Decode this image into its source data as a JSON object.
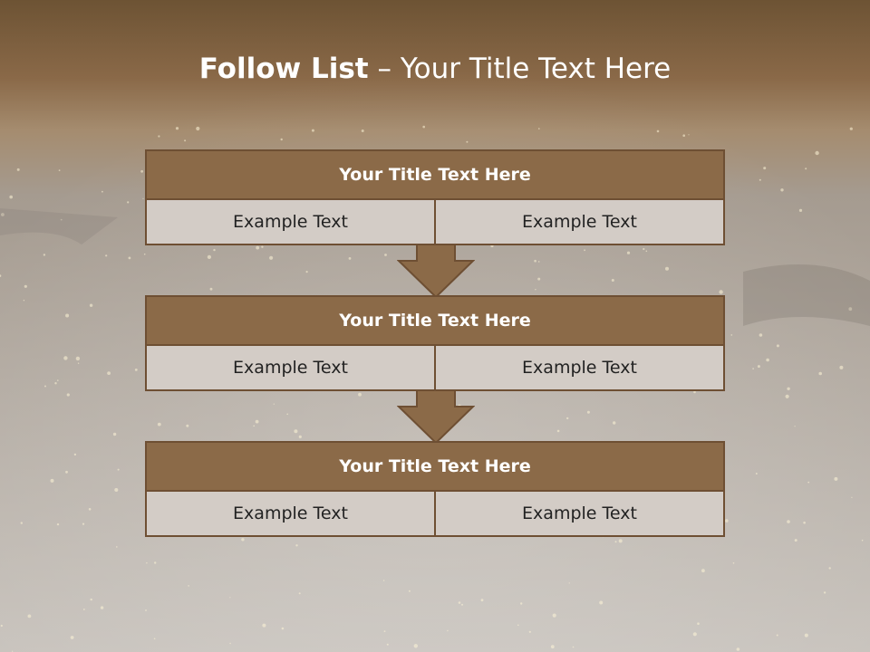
{
  "slide": {
    "title_bold": "Follow List",
    "title_rest": " – Your Title Text Here"
  },
  "blocks": [
    {
      "title": "Your Title Text Here",
      "left": "Example Text",
      "right": "Example Text"
    },
    {
      "title": "Your Title Text Here",
      "left": "Example Text",
      "right": "Example Text"
    },
    {
      "title": "Your Title Text Here",
      "left": "Example Text",
      "right": "Example Text"
    }
  ],
  "colors": {
    "header_fill": "#8b6a48",
    "border": "#6e4f33",
    "cell_fill": "#d3ccc6",
    "arrow_fill": "#8b6a48"
  }
}
